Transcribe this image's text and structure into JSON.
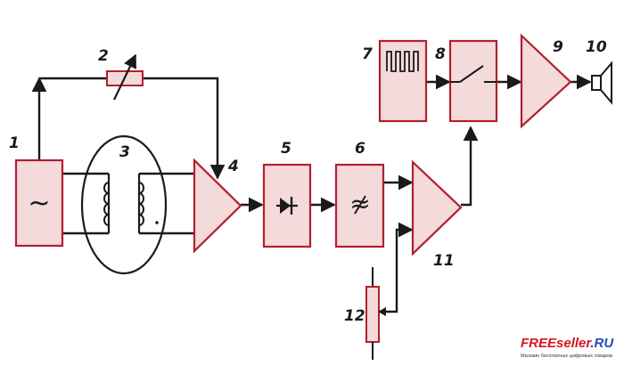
{
  "labels": {
    "l1": "1",
    "l2": "2",
    "l3": "3",
    "l4": "4",
    "l5": "5",
    "l6": "6",
    "l7": "7",
    "l8": "8",
    "l9": "9",
    "l10": "10",
    "l11": "11",
    "l12": "12"
  },
  "block_symbols": {
    "generator": "~",
    "filter": "≈"
  },
  "watermark": {
    "brand": "FREEseller",
    "domain": ".RU",
    "tagline": "Магазин бесплатных цифровых товаров"
  },
  "colors": {
    "block_fill": "#f4dada",
    "block_stroke": "#b21f2d",
    "wire": "#1a1a1a",
    "brand_red": "#d8141c",
    "brand_blue": "#1d4fb3"
  }
}
